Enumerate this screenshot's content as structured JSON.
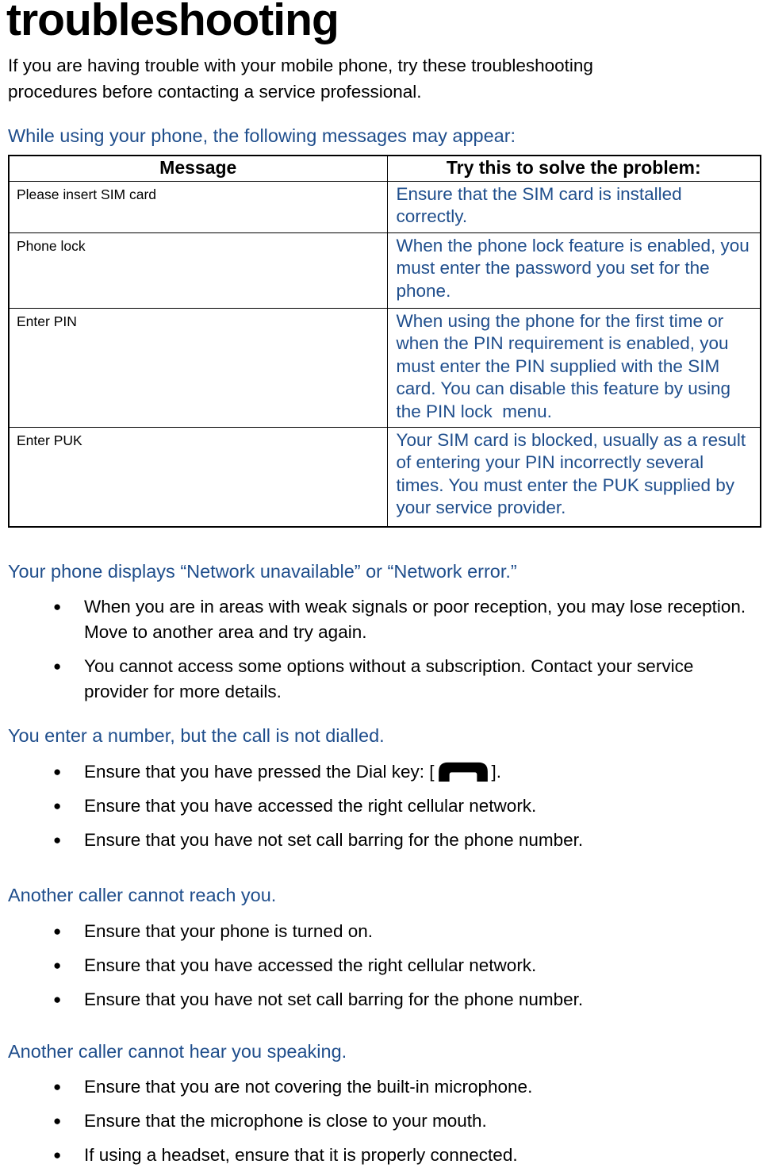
{
  "glyphs": {
    "bullet": "●"
  },
  "colors": {
    "heading_blue": "#1F4E8C",
    "solution_text_blue": "#1F4E8C",
    "body_text_black": "#000000",
    "table_border_black": "#000000",
    "page_background": "#FFFFFF"
  },
  "page": {
    "title": "troubleshooting",
    "intro": "If you are having trouble with your mobile phone, try these troubleshooting procedures before contacting a service professional."
  },
  "messages_section": {
    "heading": "While using your phone, the following messages may appear:",
    "table": {
      "columns": [
        "Message",
        "Try this to solve the problem:"
      ],
      "rows": [
        {
          "message": "Please insert SIM card",
          "solution": "Ensure that the SIM card is installed correctly."
        },
        {
          "message": "Phone lock",
          "solution": "When the phone lock feature is enabled, you must enter the password you set for the phone."
        },
        {
          "message": "Enter PIN",
          "solution": "When using the phone for the first time or when the PIN requirement is enabled, you must enter the PIN supplied with the SIM card. You can disable this feature by using the PIN lock  menu."
        },
        {
          "message": "Enter PUK",
          "solution": "Your SIM card is blocked, usually as a result of entering your PIN incorrectly several times. You must enter the PUK supplied by your service provider."
        }
      ]
    }
  },
  "sections": [
    {
      "heading": "Your phone displays “Network unavailable” or “Network error.”",
      "items": [
        "When you are in areas with weak signals or poor reception, you may lose reception. Move to another area and try again.",
        "You cannot access some options without a subscription. Contact your service provider for more details."
      ]
    },
    {
      "heading": "You enter a number, but the call is not dialled.",
      "dial_item": {
        "prefix": "Ensure that you have pressed the Dial key: [",
        "icon": "dial-key-icon",
        "suffix": "]."
      },
      "items": [
        "Ensure that you have accessed the right cellular network.",
        "Ensure that you have not set call barring for the phone number."
      ]
    },
    {
      "heading": "Another caller cannot reach you.",
      "items": [
        "Ensure that your phone is turned on.",
        "Ensure that you have accessed the right cellular network.",
        "Ensure that you have not set call barring for the phone number."
      ]
    },
    {
      "heading": "Another caller cannot hear you speaking.",
      "items": [
        "Ensure that you are not covering the built-in microphone.",
        "Ensure that the microphone is close to your mouth.",
        "If using a headset, ensure that it is properly connected."
      ]
    }
  ]
}
